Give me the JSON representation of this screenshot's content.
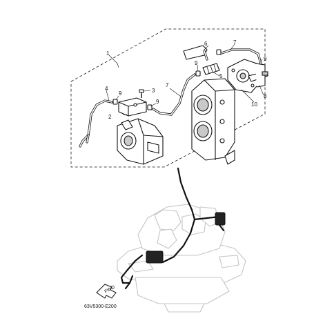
{
  "diagram": {
    "callouts": [
      "1",
      "2",
      "3",
      "4",
      "5",
      "6",
      "7",
      "8",
      "9",
      "9",
      "9",
      "10"
    ],
    "front_marker": "FWD",
    "drawing_code": "63V5300-E200"
  }
}
